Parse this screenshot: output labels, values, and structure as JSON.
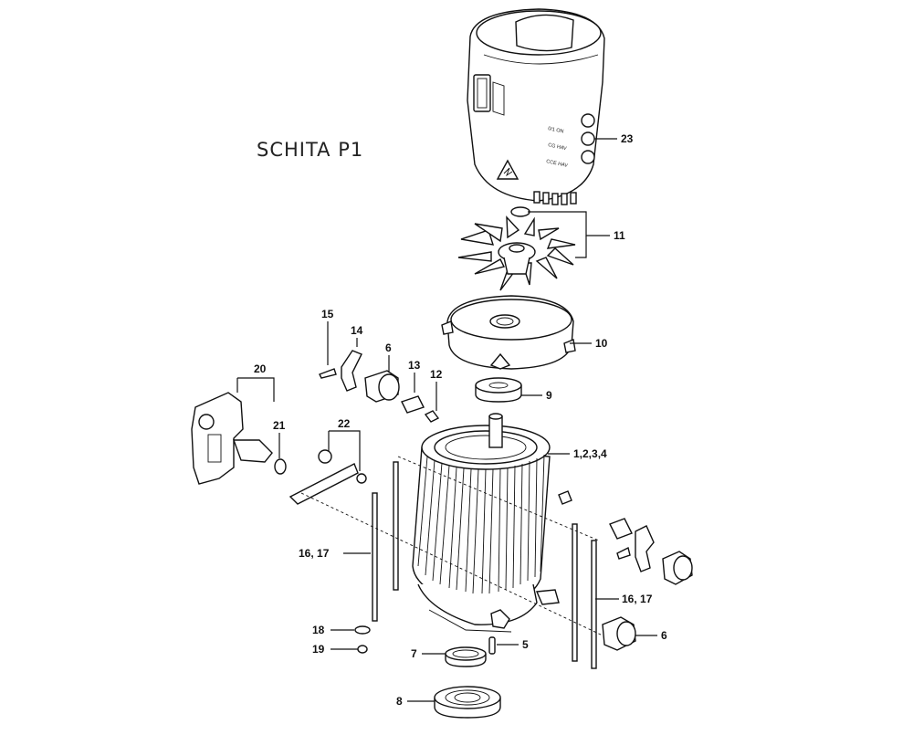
{
  "title": "SCHITA P1",
  "labels": {
    "p23": "23",
    "p11": "11",
    "p10": "10",
    "p9": "9",
    "p1234": "1,2,3,4",
    "p15": "15",
    "p14": "14",
    "p6a": "6",
    "p13": "13",
    "p12": "12",
    "p20": "20",
    "p21": "21",
    "p22": "22",
    "p1617a": "16, 17",
    "p1617b": "16, 17",
    "p18": "18",
    "p19": "19",
    "p7": "7",
    "p5": "5",
    "p8": "8",
    "p6b": "6"
  },
  "switch_markings": {
    "s1": "0/1 ON",
    "s2": "CG HAV",
    "s3": "CCE HAV"
  }
}
